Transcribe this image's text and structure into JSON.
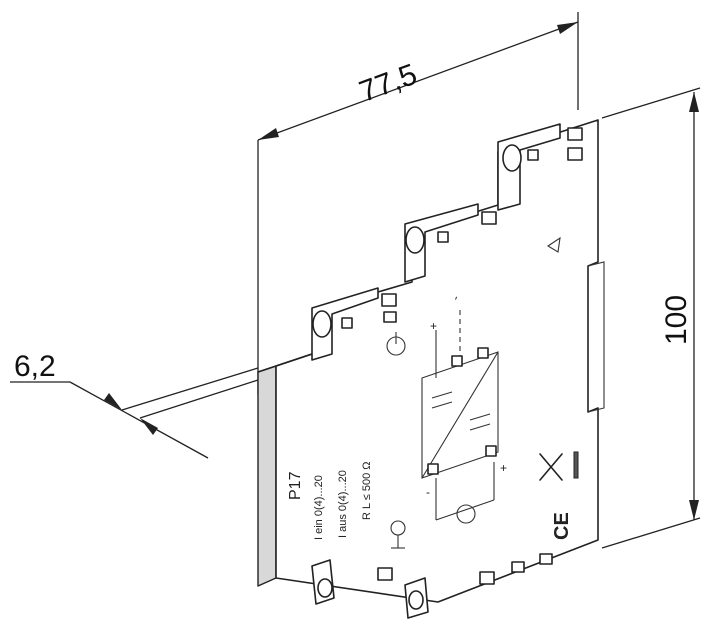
{
  "dimensions": {
    "width_label": "77,5",
    "height_label": "100",
    "thickness_label": "6,2"
  },
  "device_labels": {
    "model": "P17",
    "input_range": "I ein 0(4)...20",
    "output_range": "I aus 0(4)...20",
    "load": "R L ≤ 500 Ω",
    "plus_top": "+",
    "minus_top": "-",
    "plus_bottom": "+",
    "minus_bottom": "-",
    "ce_mark": "CE"
  }
}
